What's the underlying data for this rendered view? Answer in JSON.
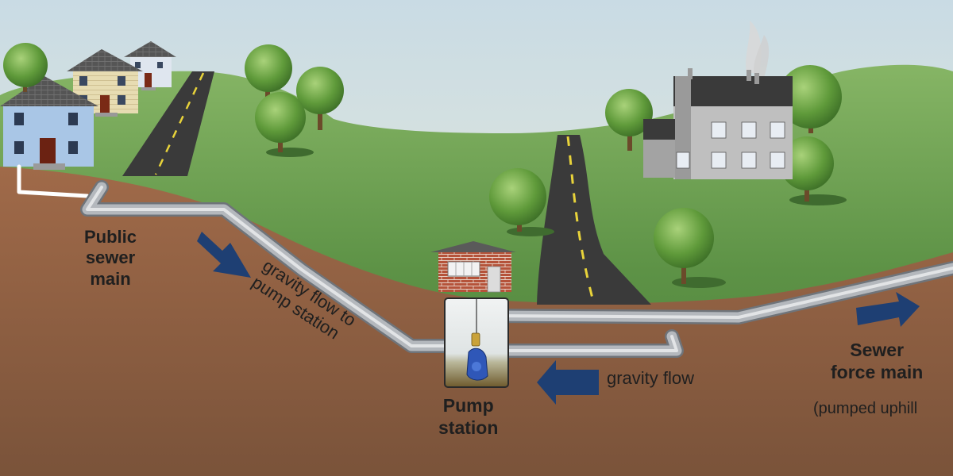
{
  "labels": {
    "public_sewer_main": [
      "Public",
      "sewer",
      "main"
    ],
    "gravity_flow_to_pump": [
      "gravity flow to",
      "pump station"
    ],
    "pump_station": [
      "Pump",
      "station"
    ],
    "gravity_flow": "gravity flow",
    "sewer_force_main": [
      "Sewer",
      "force main"
    ],
    "pumped_uphill": "(pumped uphill"
  },
  "colors": {
    "sky_top": "#cfdfe6",
    "sky_bottom": "#ecebd6",
    "grass": "#5f9448",
    "soil": "#8a5f42",
    "pipe": "#a9adb2",
    "road": "#3a3a3a",
    "road_line": "#e8d33a",
    "arrow": "#1e3f73",
    "pump": "#2f57b8",
    "brick": "#b5533a"
  },
  "icons": [
    "house-icon",
    "road-icon",
    "tree-icon",
    "factory-icon",
    "pump-house-icon",
    "pump-icon",
    "flow-arrow-icon"
  ]
}
